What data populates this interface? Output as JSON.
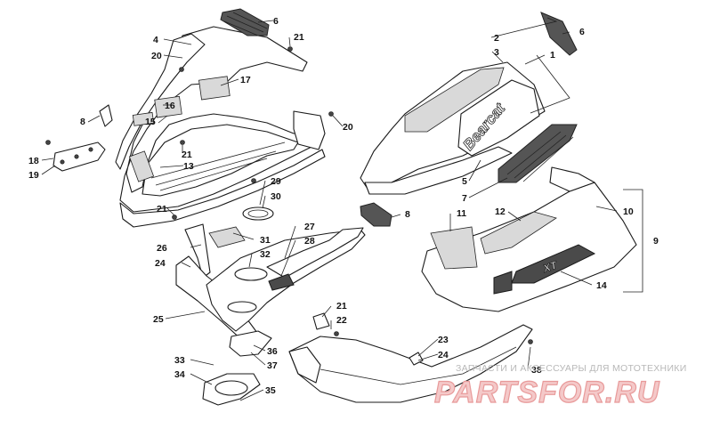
{
  "diagram": {
    "callouts": [
      "1",
      "2",
      "3",
      "4",
      "5",
      "6",
      "7",
      "8",
      "9",
      "10",
      "11",
      "12",
      "13",
      "14",
      "15",
      "16",
      "17",
      "18",
      "19",
      "20",
      "21",
      "22",
      "23",
      "24",
      "25",
      "26",
      "27",
      "28",
      "29",
      "30",
      "31",
      "32",
      "33",
      "34",
      "35",
      "36",
      "37",
      "38"
    ],
    "decal_text": {
      "hood_brand": "Bearcat",
      "panel_badge": "XT"
    }
  },
  "watermark": {
    "tagline": "ЗАПЧАСТИ И АКСЕССУАРЫ ДЛЯ МОТОТЕХНИКИ",
    "logo": "PARTSFOR.RU"
  },
  "colors": {
    "line": "#1a1a1a",
    "mesh": "#555555",
    "watermark_logo": "#f4c9c9",
    "watermark_text": "#b8b8b8"
  }
}
